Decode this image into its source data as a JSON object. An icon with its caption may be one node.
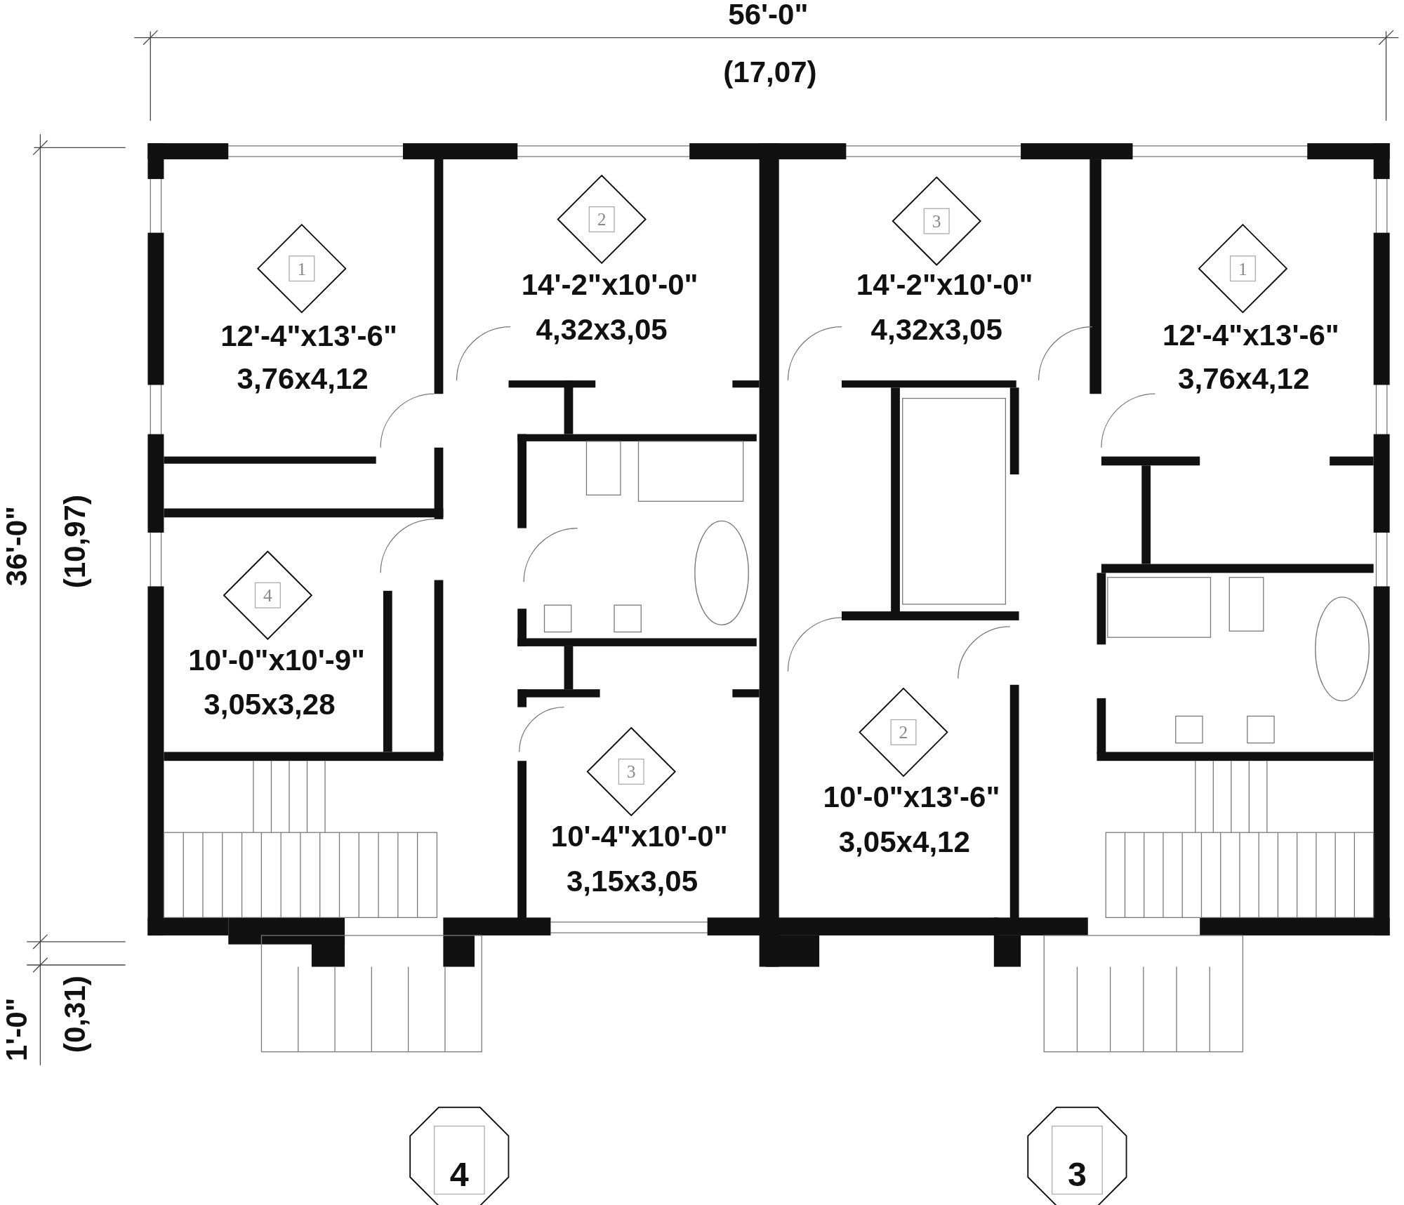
{
  "diagram": {
    "nodes": [
      {
        "text": [
          "12'-4\"x13'-6\"",
          "3,76x4,12"
        ]
      },
      {
        "text": [
          "1"
        ],
        "in": 0
      },
      {
        "text": [
          "14'-2\"x10'-0\"",
          "4,32x3,05"
        ]
      },
      {
        "text": [
          "2"
        ],
        "in": 2
      },
      {
        "text": [
          "14'-2\"x10'-0\"",
          "4,32x3,05"
        ]
      },
      {
        "text": [
          "3"
        ],
        "in": 4
      },
      {
        "text": [
          "12'-4\"x13'-6\"",
          "3,76x4,12"
        ]
      },
      {
        "text": [
          "1"
        ],
        "in": 6
      },
      {
        "text": [
          "10'-0\"x10'-9\"",
          "3,05x3,28"
        ]
      },
      {
        "text": [
          "4"
        ],
        "in": 8
      },
      {
        "text": [
          "10'-0\"x13'-6\"",
          "3,05x4,12"
        ]
      },
      {
        "text": [
          "2"
        ],
        "in": 10
      },
      {
        "text": [
          "10'-4\"x10'-0\"",
          "3,15x3,05"
        ]
      },
      {
        "text": [
          "3"
        ],
        "in": 12
      },
      {
        "text": [
          "4"
        ]
      },
      {
        "text": [
          "3"
        ]
      }
    ],
    "labels": [
      "56'-0\"",
      "(17,07)",
      "36'-0\"",
      "(10,97)",
      "1'-0\"",
      "(0,31)"
    ]
  }
}
